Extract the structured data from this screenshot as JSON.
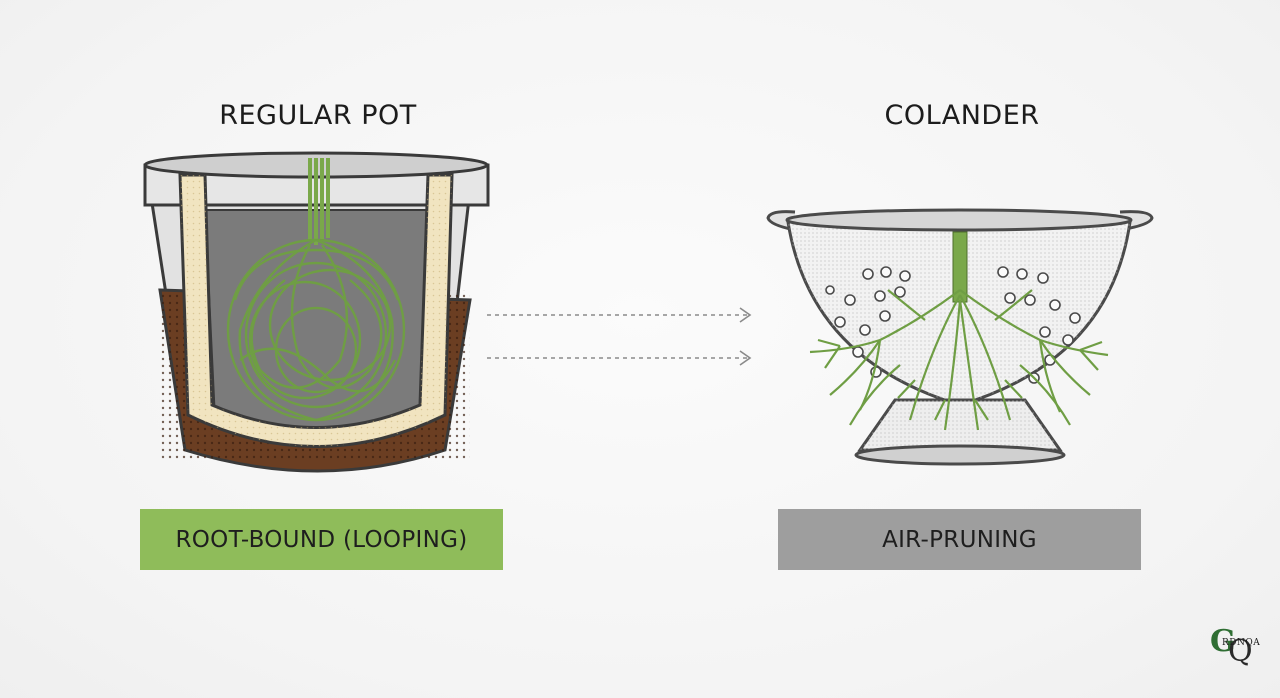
{
  "left_panel": {
    "title": "REGULAR POT",
    "caption": "ROOT-BOUND (LOOPING)"
  },
  "right_panel": {
    "title": "COLANDER",
    "caption": "AIR-PRUNING"
  },
  "logo": {
    "letter_g": "G",
    "letter_q": "Q",
    "middle_text": "RDNQA"
  },
  "colors": {
    "root_green": "#7aa84a",
    "soil_brown": "#6b3e22",
    "pot_gray": "#d9d9d9",
    "left_caption_bg": "#8fbc5a",
    "right_caption_bg": "#9e9e9e"
  }
}
